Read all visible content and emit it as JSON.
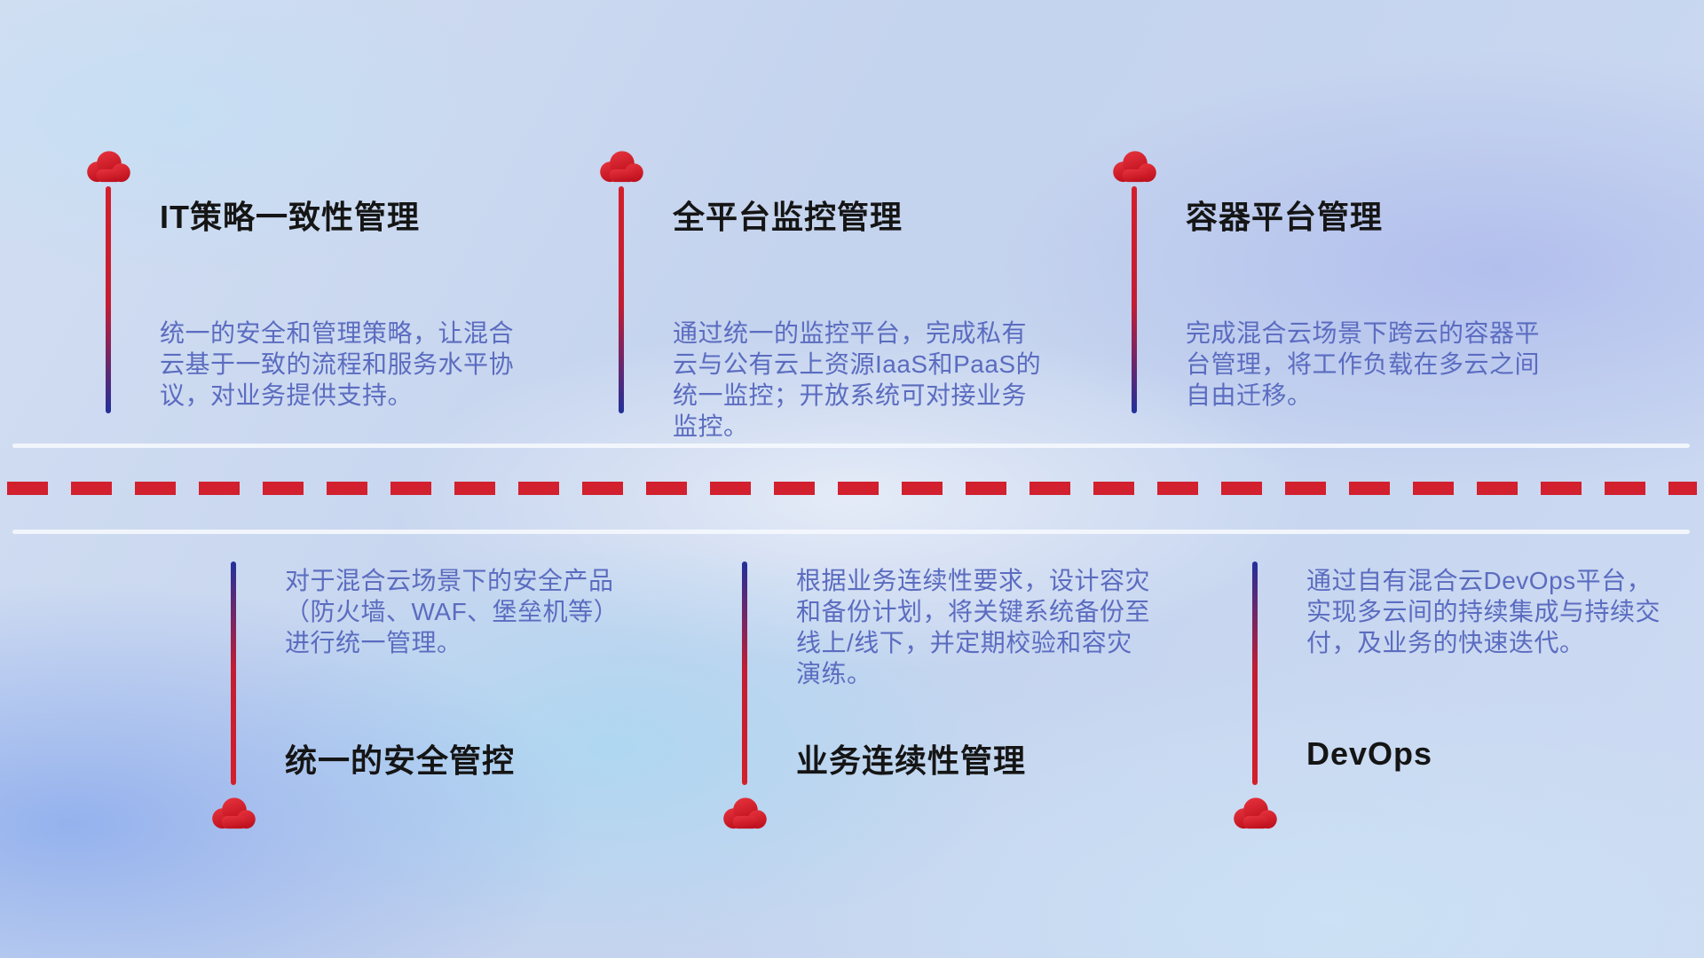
{
  "diagram": {
    "theme": "hybrid-cloud management capabilities timeline",
    "colors": {
      "accent_red": "#d41f2b",
      "accent_blue": "#22309a",
      "title_text": "#151515",
      "description_text": "#5b6cc0",
      "rail_light": "#f4f7fd"
    }
  },
  "top_items": [
    {
      "title": "IT策略一致性管理",
      "description": "统一的安全和管理策略，让混合云基于一致的流程和服务水平协议，对业务提供支持。"
    },
    {
      "title": "全平台监控管理",
      "description": "通过统一的监控平台，完成私有云与公有云上资源IaaS和PaaS的统一监控；开放系统可对接业务监控。"
    },
    {
      "title": "容器平台管理",
      "description": "完成混合云场景下跨云的容器平台管理，将工作负载在多云之间自由迁移。"
    }
  ],
  "bottom_items": [
    {
      "title": "统一的安全管控",
      "description": "对于混合云场景下的安全产品（防火墙、WAF、堡垒机等）进行统一管理。"
    },
    {
      "title": "业务连续性管理",
      "description": "根据业务连续性要求，设计容灾和备份计划，将关键系统备份至线上/线下，并定期校验和容灾演练。"
    },
    {
      "title": "DevOps",
      "description": "通过自有混合云DevOps平台，实现多云间的持续集成与持续交付，及业务的快速迭代。"
    }
  ]
}
